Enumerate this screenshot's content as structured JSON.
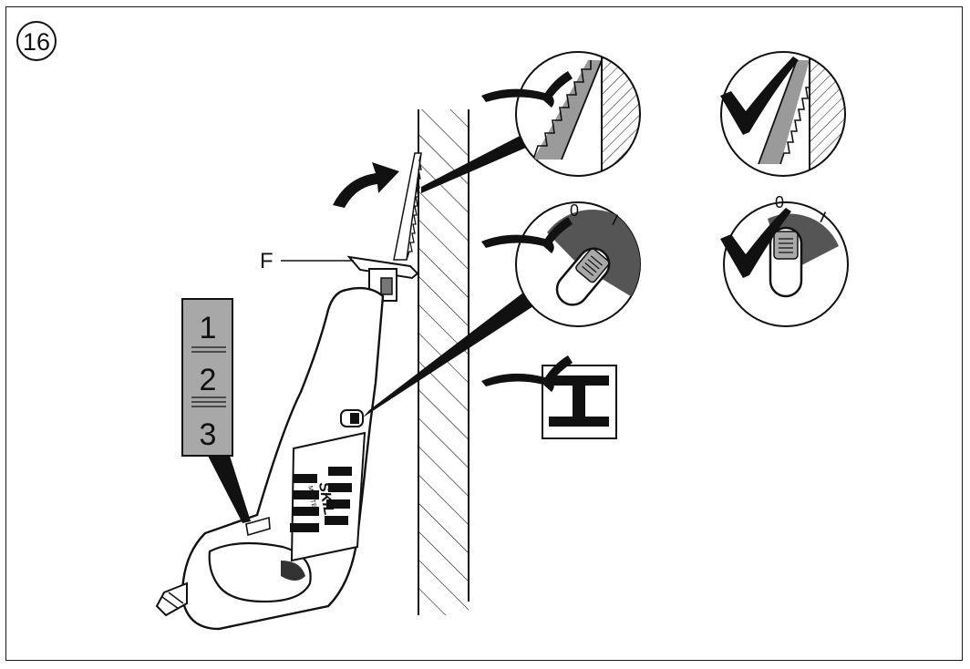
{
  "figure": {
    "number": "16",
    "part_label": "F",
    "speed_levels": [
      "1",
      "2",
      "3"
    ],
    "switch_marks": [
      "0",
      "I"
    ],
    "brand": "SKIL",
    "brand_sub": "MASTERS"
  },
  "colors": {
    "line": "#111111",
    "shade_dark": "#555555",
    "shade_grey": "#a8a8a8",
    "blade_grey": "#9a9a9a",
    "paper": "#ffffff"
  }
}
